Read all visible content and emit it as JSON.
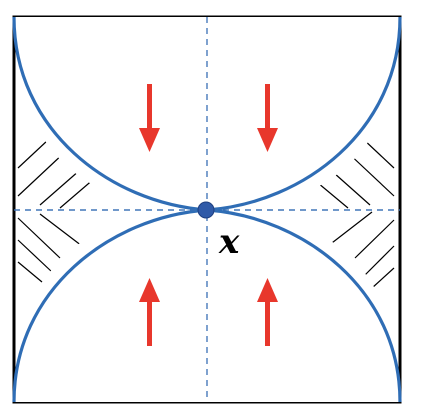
{
  "point_label": "x",
  "colors": {
    "frame": "#000000",
    "curve": "#2f6db5",
    "dashed_axis": "#3a6fb5",
    "arrow": "#e8372c",
    "point": "#2f5aa8",
    "hatch": "#000000"
  },
  "arrows": {
    "top": {
      "direction": "down",
      "count": 2
    },
    "bottom": {
      "direction": "up",
      "count": 2
    }
  }
}
